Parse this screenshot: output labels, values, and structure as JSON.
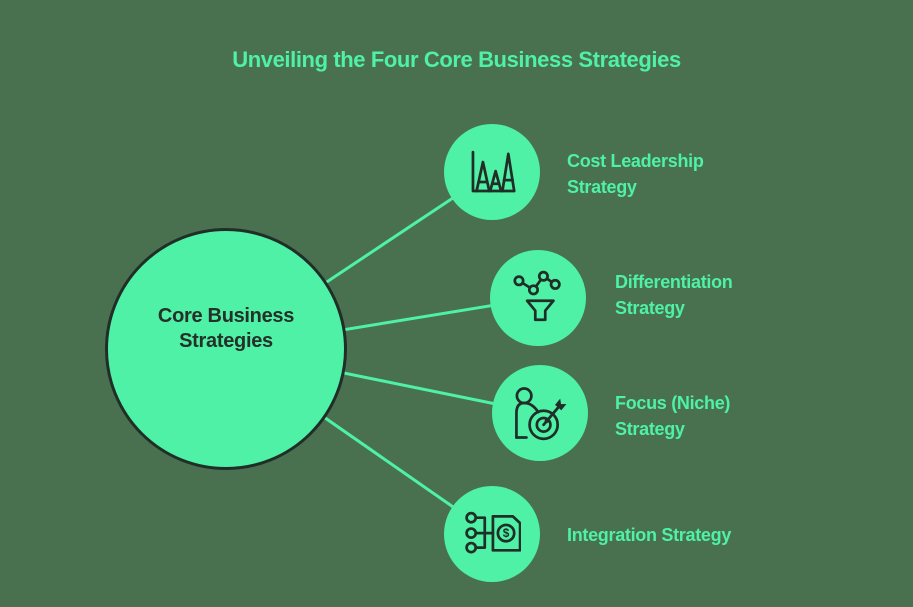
{
  "colors": {
    "background": "#49714F",
    "accent": "#4EF1A6",
    "ink": "#212E28"
  },
  "title": "Unveiling the Four Core Business Strategies",
  "center": {
    "label": "Core Business\nStrategies"
  },
  "items": [
    {
      "label": "Cost Leadership\nStrategy",
      "icon": "bar-chart-peaks-icon"
    },
    {
      "label": "Differentiation\nStrategy",
      "icon": "network-nodes-funnel-icon"
    },
    {
      "label": "Focus (Niche)\nStrategy",
      "icon": "person-target-dart-icon"
    },
    {
      "label": "Integration Strategy",
      "icon": "nodes-dollar-document-icon"
    }
  ],
  "glyphs": {
    "dollar": "$"
  }
}
